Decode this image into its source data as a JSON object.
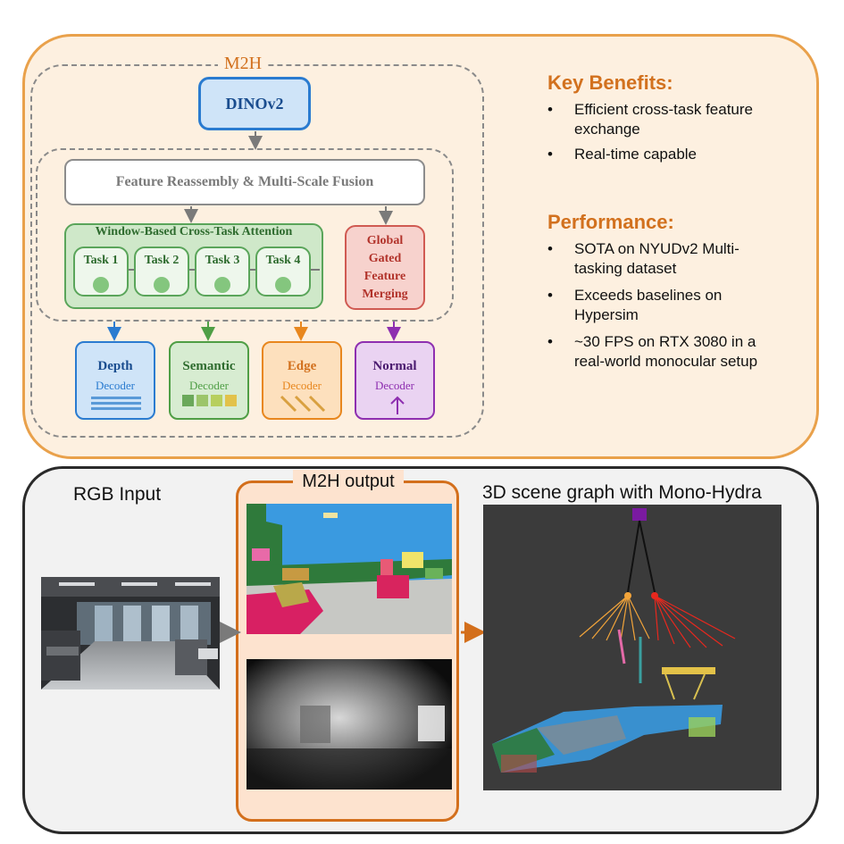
{
  "diagram": {
    "m2h_title": "M2H",
    "dinov2": "DINOv2",
    "fusion": "Feature Reassembly & Multi-Scale Fusion",
    "window_attention": "Window-Based Cross-Task Attention",
    "tasks": [
      "Task 1",
      "Task 2",
      "Task 3",
      "Task 4"
    ],
    "global_merge_lines": [
      "Global",
      "Gated",
      "Feature",
      "Merging"
    ],
    "decoders": [
      {
        "name": "Depth",
        "sub": "Decoder",
        "color": "#2a7bd0"
      },
      {
        "name": "Semantic",
        "sub": "Decoder",
        "color": "#4f9e45"
      },
      {
        "name": "Edge",
        "sub": "Decoder",
        "color": "#e8871e"
      },
      {
        "name": "Normal",
        "sub": "Decoder",
        "color": "#8e2fb0"
      }
    ]
  },
  "key_benefits": {
    "heading": "Key Benefits:",
    "items": [
      "Efficient cross-task feature exchange",
      "Real-time capable"
    ]
  },
  "performance": {
    "heading": "Performance:",
    "items": [
      "SOTA on NYUDv2 Multi-tasking dataset",
      "Exceeds baselines on Hypersim",
      "~30 FPS on RTX 3080 in a real-world monocular setup"
    ]
  },
  "bottom": {
    "rgb_label": "RGB Input",
    "m2h_output_label": "M2H output",
    "scene_graph_label": "3D scene graph with Mono-Hydra"
  },
  "colors": {
    "orange_accent": "#d2711e",
    "top_panel_border": "#e9a14b",
    "top_panel_bg": "#fdf0e0"
  }
}
